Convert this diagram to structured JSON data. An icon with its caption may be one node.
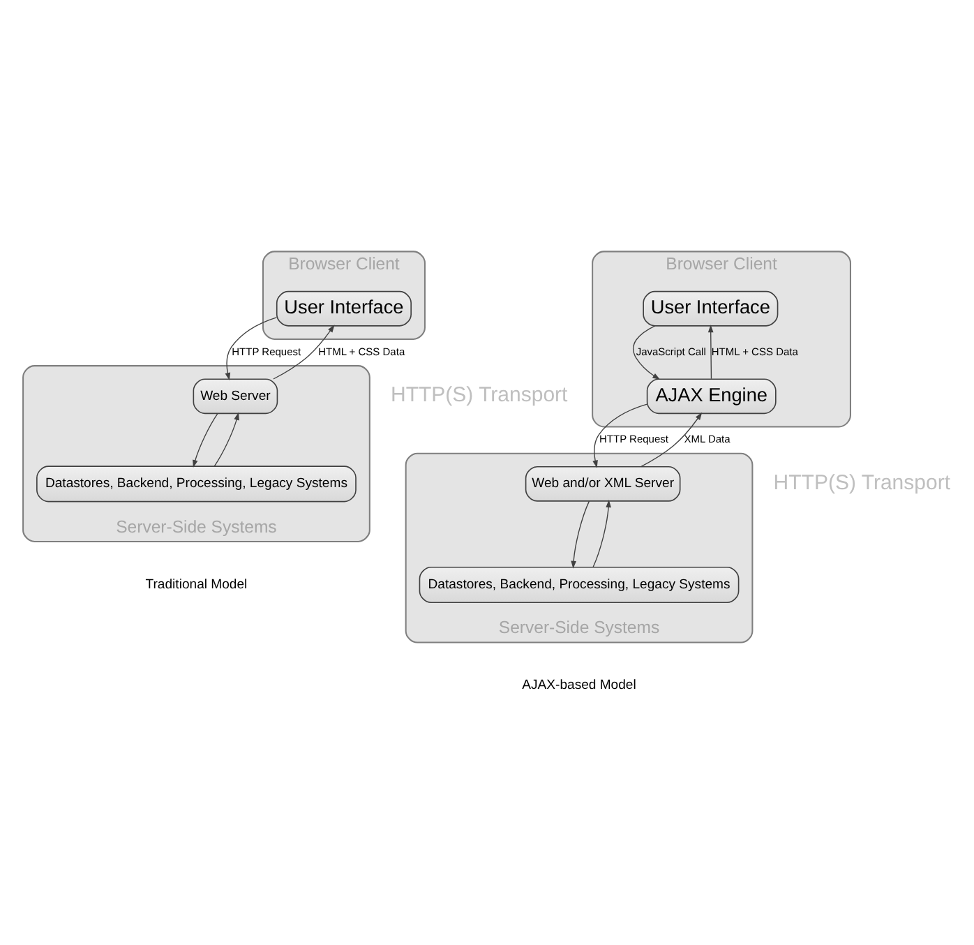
{
  "diagram": {
    "nodes": [
      {
        "text": [
          "Browser Client"
        ]
      },
      {
        "text": [
          "User Interface"
        ],
        "in": 0
      },
      {
        "text": [
          "Server-Side Systems"
        ]
      },
      {
        "text": [
          "Web Server"
        ],
        "in": 2
      },
      {
        "text": [
          "Datastores, Backend, Processing, Legacy Systems"
        ],
        "in": 2
      },
      {
        "text": [
          "Browser Client"
        ]
      },
      {
        "text": [
          "User Interface"
        ],
        "in": 5
      },
      {
        "text": [
          "AJAX Engine"
        ],
        "in": 5
      },
      {
        "text": [
          "Server-Side Systems"
        ]
      },
      {
        "text": [
          "Web and/or XML Server"
        ],
        "in": 8
      },
      {
        "text": [
          "Datastores, Backend, Processing, Legacy Systems"
        ],
        "in": 8
      }
    ],
    "edges": [
      {
        "from": 1,
        "to": 3,
        "arrow": "to",
        "label": "HTTP Request"
      },
      {
        "from": 3,
        "to": 1,
        "arrow": "to",
        "label": "HTML + CSS Data"
      },
      {
        "from": 3,
        "to": 4,
        "arrow": "to"
      },
      {
        "from": 4,
        "to": 3,
        "arrow": "to"
      },
      {
        "from": 6,
        "to": 7,
        "arrow": "to",
        "label": "JavaScript Call"
      },
      {
        "from": 7,
        "to": 6,
        "arrow": "to",
        "label": "HTML + CSS Data"
      },
      {
        "from": 7,
        "to": 9,
        "arrow": "to",
        "label": "HTTP Request"
      },
      {
        "from": 9,
        "to": 7,
        "arrow": "to",
        "label": "XML Data"
      },
      {
        "from": 9,
        "to": 10,
        "arrow": "to"
      },
      {
        "from": 10,
        "to": 9,
        "arrow": "to"
      }
    ],
    "labels": [
      "HTTP(S) Transport",
      "HTTP(S) Transport",
      "Traditional Model",
      "AJAX-based Model"
    ]
  }
}
